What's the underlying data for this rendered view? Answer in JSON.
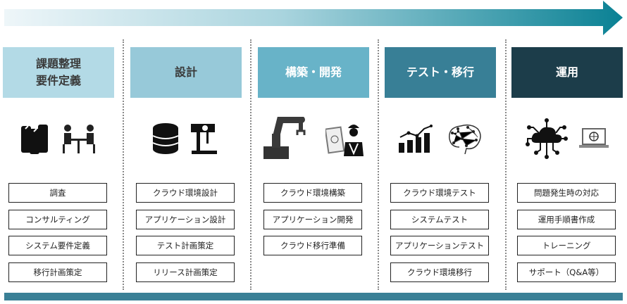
{
  "colors": {
    "arrow_start": "#eef6f9",
    "arrow_end": "#0a8194",
    "bottom_bar": "#3a8096"
  },
  "phases": [
    {
      "title": "課題整理\n要件定義",
      "bg": "#b3dae6",
      "fg": "#3a3a3a",
      "icons": [
        "books-icon",
        "meeting-icon"
      ],
      "items": [
        "調査",
        "コンサルティング",
        "システム要件定義",
        "移行計画策定"
      ]
    },
    {
      "title": "設計",
      "bg": "#97c9d9",
      "fg": "#3a3a3a",
      "icons": [
        "database-icon",
        "drill-press-icon"
      ],
      "items": [
        "クラウド環境設計",
        "アプリケーション設計",
        "テスト計画策定",
        "リリース計画策定"
      ]
    },
    {
      "title": "構築・開発",
      "bg": "#68b3c8",
      "fg": "#ffffff",
      "icons": [
        "robot-arm-icon",
        "engineer-icon"
      ],
      "items": [
        "クラウド環境構築",
        "アプリケーション開発",
        "クラウド移行準備"
      ]
    },
    {
      "title": "テスト・移行",
      "bg": "#387f96",
      "fg": "#ffffff",
      "icons": [
        "bar-chart-icon",
        "ai-brain-icon"
      ],
      "items": [
        "クラウド環境テスト",
        "システムテスト",
        "アプリケーションテスト",
        "クラウド環境移行"
      ]
    },
    {
      "title": "運用",
      "bg": "#1c3d4a",
      "fg": "#ffffff",
      "icons": [
        "cloud-network-icon",
        "laptop-globe-icon"
      ],
      "items": [
        "問題発生時の対応",
        "運用手順書作成",
        "トレーニング",
        "サポート（Q&A等）"
      ]
    }
  ]
}
